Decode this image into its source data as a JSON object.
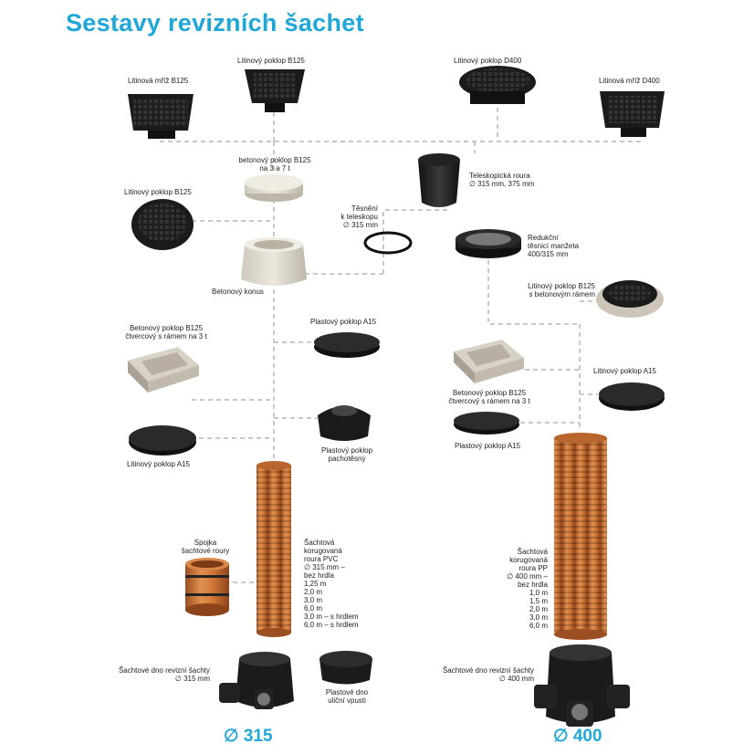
{
  "title": "Sestavy revizních šachet",
  "colors": {
    "title": "#1fa7d8",
    "pipe": "#c8743c",
    "connector": "#c8c8c8"
  },
  "labels": {
    "litinova_mriz_b125": "Litinová mříž B125",
    "litinovy_poklop_b125_top": "Litinový poklop B125",
    "litinovy_poklop_d400": "Litinový poklop D400",
    "litinova_mriz_d400": "Litinová mříž D400",
    "betonovy_poklop_b125": "betonový poklop B125\nna 3 a 7 t",
    "teleskopicka_roura": "Teleskopická roura\n∅ 315 mm, 375 mm",
    "litinovy_poklop_b125_left": "Litinový poklop B125",
    "tesneni": "Těsnění\nk teleskopu\n∅ 315 mm",
    "redukcni_manzeta": "Redukční\ntěsnicí manžeta\n400/315 mm",
    "betonovy_konus": "Betonový konus",
    "litinovy_poklop_b125_ram": "Litinový poklop B125\ns betonovým rámem",
    "plastovy_poklop_a15_top": "Plastový poklop A15",
    "betonovy_poklop_ctvercovy_left": "Betonový poklop B125\nčtvercový s rámem na 3 t",
    "betonovy_poklop_ctvercovy_right": "Betonový poklop B125\nčtvercový s rámem na 3 t",
    "litinovy_poklop_a15_right": "Litinový poklop A15",
    "plastovy_poklop_pachotesny": "Plastový poklop\npachotěsný",
    "litinovy_poklop_a15_left": "Litinový poklop A15",
    "plastovy_poklop_a15_right": "Plastový poklop A15",
    "spojka": "Spojka\nšachtové roury",
    "roura_pvc": "Šachtová\nkorugovaná\nroura PVC\n∅ 315 mm –\nbez hrdla\n1,25 m\n2,0 m\n3,0 m\n6,0 m\n3,0 m – s hrdlem\n6,0 m – s hrdlem",
    "roura_pp": "Šachtová\nkorugovaná\nroura PP\n∅ 400 mm –\nbez hrdla\n1,0 m\n1,5 m\n2,0 m\n3,0 m\n6,0 m",
    "dno_315": "Šachtové dno revizní šachty\n∅ 315 mm",
    "plastove_dno": "Plastové dno\nuliční vpusti",
    "dno_400": "Šachtové dno revizní šachty\n∅ 400 mm",
    "size_315": "∅ 315",
    "size_400": "∅ 400"
  }
}
